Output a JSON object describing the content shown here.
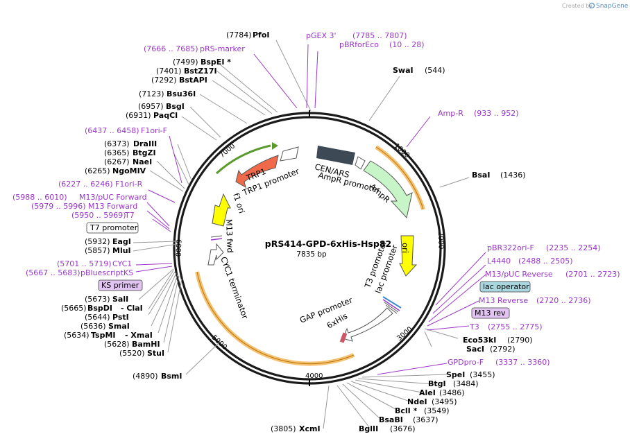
{
  "credit": {
    "prefix": "Created by",
    "brand": "SnapGene"
  },
  "plasmid": {
    "name": "pRS414-GPD-6xHis-Hsp82",
    "length": "7835 bp"
  },
  "ticks": [
    "1000",
    "2000",
    "3000",
    "4000",
    "5000",
    "6000",
    "7000"
  ],
  "enzymes": [
    {
      "pos": "(7784)",
      "name": "PfoI"
    },
    {
      "pos": "(7499)",
      "name": "BspEI *"
    },
    {
      "pos": "(7401)",
      "name": "BstZ17I"
    },
    {
      "pos": "(7292)",
      "name": "BstAPI"
    },
    {
      "pos": "(7123)",
      "name": "Bsu36I"
    },
    {
      "pos": "(6957)",
      "name": "BsgI"
    },
    {
      "pos": "(6931)",
      "name": "PaqCI"
    },
    {
      "pos": "(6373)",
      "name": "DraIII"
    },
    {
      "pos": "(6365)",
      "name": "BtgZI"
    },
    {
      "pos": "(6267)",
      "name": "NaeI"
    },
    {
      "pos": "(6265)",
      "name": "NgoMIV"
    },
    {
      "pos": "(5932)",
      "name": "EagI"
    },
    {
      "pos": "(5857)",
      "name": "MluI"
    },
    {
      "pos": "(5673)",
      "name": "SalI"
    },
    {
      "pos": "(5665)",
      "name": "BspDI"
    },
    {
      "pos": "",
      "name": "- ClaI"
    },
    {
      "pos": "(5644)",
      "name": "PstI"
    },
    {
      "pos": "(5636)",
      "name": "SmaI"
    },
    {
      "pos": "(5634)",
      "name": "TspMI"
    },
    {
      "pos": "",
      "name": "- XmaI"
    },
    {
      "pos": "(5628)",
      "name": "BamHI"
    },
    {
      "pos": "(5520)",
      "name": "StuI"
    },
    {
      "pos": "(4890)",
      "name": "BsmI"
    },
    {
      "pos": "(3805)",
      "name": "XcmI"
    },
    {
      "pos": "(3676)",
      "name": "BglII"
    },
    {
      "pos": "(3637)",
      "name": "BsaBI"
    },
    {
      "pos": "(3549)",
      "name": "BclI *"
    },
    {
      "pos": "(3495)",
      "name": "NdeI"
    },
    {
      "pos": "(3486)",
      "name": "AleI"
    },
    {
      "pos": "(3484)",
      "name": "BtgI"
    },
    {
      "pos": "(3455)",
      "name": "SpeI"
    },
    {
      "pos": "(2792)",
      "name": "SacI"
    },
    {
      "pos": "(2790)",
      "name": "Eco53kI"
    },
    {
      "pos": "(1436)",
      "name": "BsaI"
    },
    {
      "pos": "(544)",
      "name": "SwaI"
    }
  ],
  "primers": [
    {
      "name": "pGEX 3'",
      "range": "(7785 .. 7807)"
    },
    {
      "name": "pBRforEco",
      "range": "(10 .. 28)"
    },
    {
      "name": "pRS-marker",
      "range": "(7666 .. 7685)"
    },
    {
      "name": "Amp-R",
      "range": "(933 .. 952)"
    },
    {
      "name": "F1ori-F",
      "range": "(6437 .. 6458)"
    },
    {
      "name": "F1ori-R",
      "range": "(6227 .. 6246)"
    },
    {
      "name": "M13/pUC Forward",
      "range": "(5988 .. 6010)"
    },
    {
      "name": "M13 Forward",
      "range": "(5979 .. 5996)"
    },
    {
      "name": "T7",
      "range": "(5950 .. 5969)"
    },
    {
      "name": "CYC1",
      "range": "(5701 .. 5719)"
    },
    {
      "name": "pBluescriptKS",
      "range": "(5667 .. 5683)"
    },
    {
      "name": "pBR322ori-F",
      "range": "(2235 .. 2254)"
    },
    {
      "name": "L4440",
      "range": "(2488 .. 2505)"
    },
    {
      "name": "M13/pUC Reverse",
      "range": "(2701 .. 2723)"
    },
    {
      "name": "M13 Reverse",
      "range": "(2720 .. 2736)"
    },
    {
      "name": "T3",
      "range": "(2755 .. 2775)"
    },
    {
      "name": "GPDpro-F",
      "range": "(3337 .. 3360)"
    }
  ],
  "boxed": {
    "t7_promoter": "T7 promoter",
    "ks_primer": "KS primer",
    "lac_operator": "lac operator",
    "m13_rev": "M13 rev"
  },
  "features": {
    "cen_ars": "CEN/ARS",
    "ampr_promoter": "AmpR promoter",
    "ampr": "AmpR",
    "ori": "ori",
    "t3_promoter": "T3 promoter",
    "lac_promoter": "lac promoter",
    "gap_promoter": "GAP promoter",
    "sixhis": "6xHis",
    "cyc1_terminator": "CYC1 terminator",
    "m13_fwd": "M13 fwd",
    "f1_ori": "f1 ori",
    "trp1": "TRP1",
    "trp1_promoter": "TRP1 promoter"
  },
  "colors": {
    "primer": "#9a35c8",
    "enzyme": "#000000",
    "orange_arc": "#f0a830",
    "ampr": "#c8f5c8",
    "ori": "#ffff00",
    "trp1": "#f06a4a",
    "cen_ars": "#3d4a55",
    "f1_ori": "#ffff00",
    "green_arrow": "#5a9a2a"
  }
}
